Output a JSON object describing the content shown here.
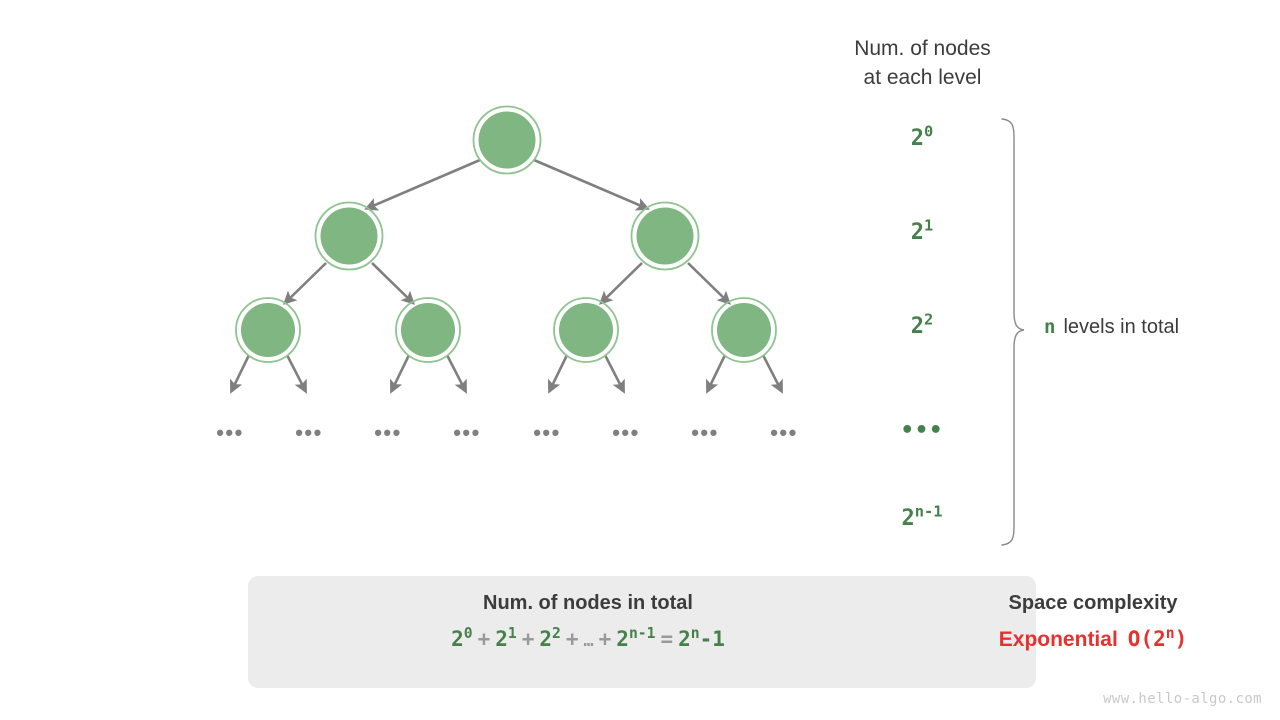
{
  "diagram": {
    "title_lines": [
      "Num. of nodes",
      "at each level"
    ],
    "levels": [
      {
        "base": "2",
        "exp": "0"
      },
      {
        "base": "2",
        "exp": "1"
      },
      {
        "base": "2",
        "exp": "2"
      },
      {
        "base": "•••",
        "exp": ""
      },
      {
        "base": "2",
        "exp": "n-1"
      }
    ],
    "brace": {
      "n_symbol": "n",
      "caption": "levels in total"
    },
    "tree": {
      "dots_label": "•••",
      "node_count_per_level": [
        1,
        2,
        4
      ],
      "node_fill": "#7fb682",
      "node_ring": "#8ec48f",
      "edge_color": "#7f7f7f"
    }
  },
  "summary": {
    "left_title": "Num. of nodes in total",
    "formula": {
      "terms": [
        {
          "base": "2",
          "exp": "0"
        },
        {
          "base": "2",
          "exp": "1"
        },
        {
          "base": "2",
          "exp": "2"
        },
        {
          "base": "…",
          "exp": ""
        },
        {
          "base": "2",
          "exp": "n-1"
        }
      ],
      "plus": "+",
      "equals": "=",
      "result_base": "2",
      "result_exp": "n",
      "result_tail": "-1"
    },
    "right_title": "Space complexity",
    "result_word": "Exponential",
    "result_bigo_prefix": "O(2",
    "result_bigo_exp": "n",
    "result_bigo_suffix": ")",
    "arrow_icon": "right-arrow",
    "accent_green": "#46804a",
    "accent_red": "#e8312f",
    "panel_bg": "#ececec"
  },
  "watermark": "www.hello-algo.com"
}
